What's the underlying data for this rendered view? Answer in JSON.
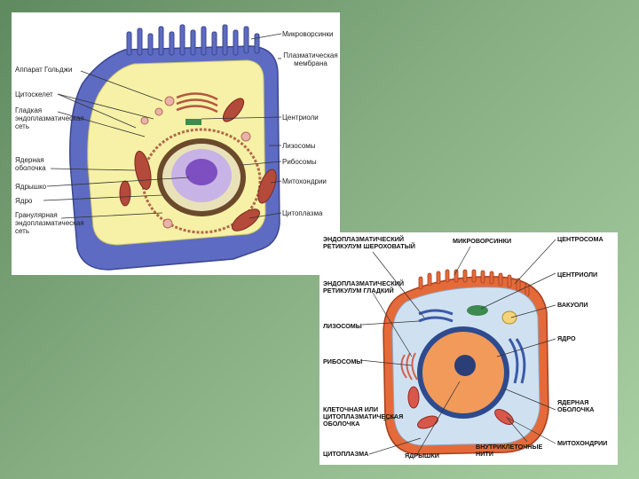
{
  "diagram1": {
    "labels": {
      "microvilli": "Микроворсинки",
      "plasma_membrane": "Плазматическая мембрана",
      "golgi": "Аппарат Гольджи",
      "cytoskeleton": "Цитоскелет",
      "smooth_er": "Гладкая эндоплазматическая сеть",
      "centrioles": "Центриоли",
      "lysosomes": "Лизосомы",
      "nuclear_envelope": "Ядерная оболочка",
      "ribosomes": "Рибосомы",
      "mitochondria": "Митохондрии",
      "nucleolus": "Ядрышко",
      "nucleus": "Ядро",
      "rough_er": "Гранулярная эндоплазматическая сеть",
      "cytoplasm": "Цитоплазма"
    }
  },
  "diagram2": {
    "labels": {
      "rough_er": "ЭНДОПЛАЗМАТИЧЕСКИЙ РЕТИКУЛУМ ШЕРОХОВАТЫЙ",
      "microvilli": "МИКРОВОРСИНКИ",
      "centrosome": "ЦЕНТРОСОМА",
      "smooth_er": "ЭНДОПЛАЗМАТИЧЕСКИЙ РЕТИКУЛУМ ГЛАДКИЙ",
      "centrioles": "ЦЕНТРИОЛИ",
      "lysosomes": "ЛИЗОСОМЫ",
      "vacuoles": "ВАКУОЛИ",
      "nucleus": "ЯДРО",
      "ribosomes": "РИБОСОМЫ",
      "nuclear_envelope": "ЯДЕРНАЯ ОБОЛОЧКА",
      "cell_membrane": "КЛЕТОЧНАЯ ИЛИ ЦИТОПЛАЗМАТИЧЕСКАЯ ОБОЛОЧКА",
      "intracellular_filaments": "ВНУТРИКЛЕТОЧНЫЕ НИТИ",
      "mitochondria": "МИТОХОНДРИИ",
      "cytoplasm": "ЦИТОПЛАЗМА",
      "nucleoli": "ЯДРЫШКИ"
    }
  },
  "colors": {
    "cell_membrane_blue": "#5060b8",
    "cytoplasm_yellow": "#f6f1a6",
    "nucleus_purple": "#8a5cc9",
    "mitochondria_red": "#b44a3a",
    "nucleus_orange": "#f29a5a",
    "cytoplasm_blue": "#cfe1f1"
  }
}
